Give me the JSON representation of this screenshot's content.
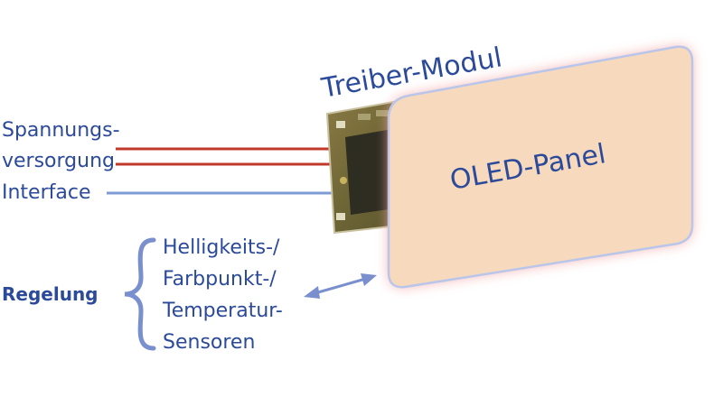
{
  "labels": {
    "driver_module": "Treiber-Modul",
    "oled_panel": "OLED-Panel",
    "power_line1": "Spannungs-",
    "power_line2": "versorgung",
    "interface": "Interface",
    "regulation": "Regelung",
    "sensor_line1": "Helligkeits-/",
    "sensor_line2": "Farbpunkt-/",
    "sensor_line3": "Temperatur-",
    "sensor_line4": "Sensoren"
  },
  "colors": {
    "text": "#2b4a9a",
    "power_lines": "#c0392b",
    "interface_line": "#7e9bd6",
    "panel_fill": "#f7d9bd",
    "panel_glow": "#f4a4a4",
    "arrow": "#7a8fce",
    "brace": "#7a8fce"
  }
}
